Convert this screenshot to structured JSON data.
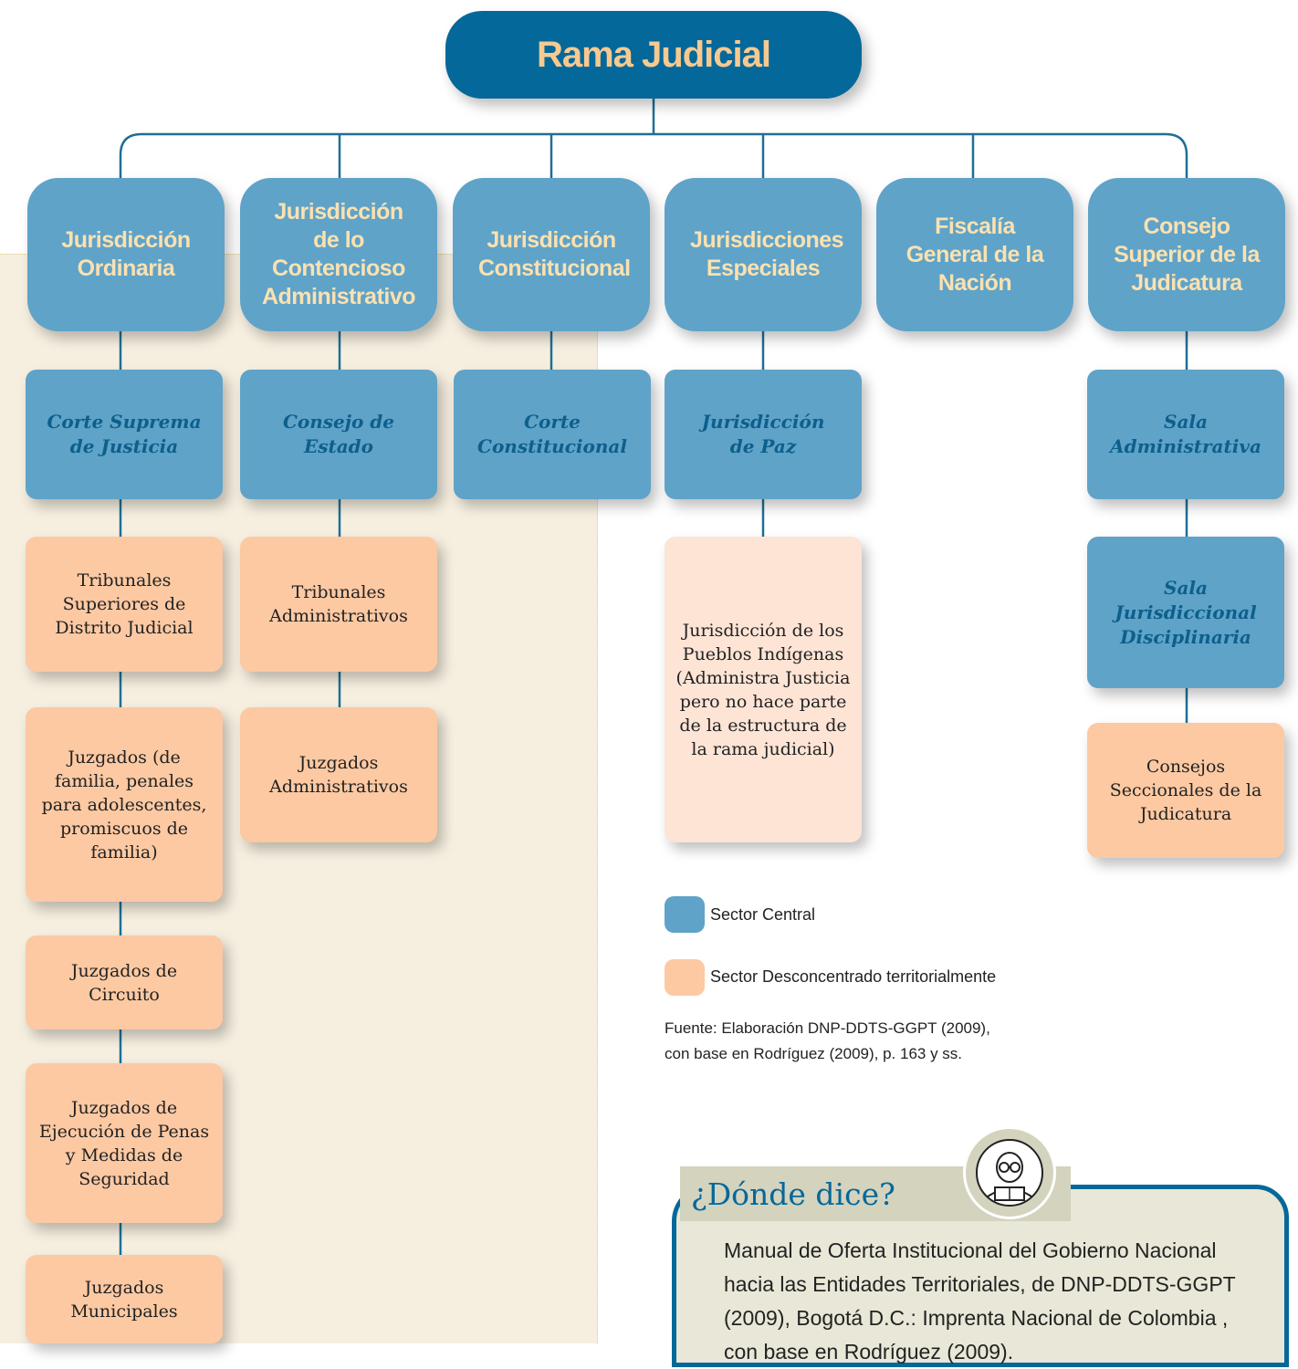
{
  "root": {
    "label": "Rama Judicial"
  },
  "jurisdictions": [
    "Jurisdicción Ordinaria",
    "Jurisdicción de lo Contencioso Administrativo",
    "Jurisdicción Constitucional",
    "Jurisdicciones Especiales",
    "Fiscalía General de la Nación",
    "Consejo Superior de la Judicatura"
  ],
  "central_bodies": {
    "corte_suprema": "Corte Suprema de Justicia",
    "consejo_estado": "Consejo de Estado",
    "corte_constitucional": "Corte Constitucional",
    "jurisdiccion_paz": "Jurisdicción de Paz",
    "sala_administrativa": "Sala Administrativa",
    "sala_disciplinaria": "Sala Jurisdiccional Disciplinaria"
  },
  "ordinaria_children": [
    "Tribunales Superiores de Distrito Judicial",
    "Juzgados (de familia, penales para adolescentes, promiscuos de familia)",
    "Juzgados de Circuito",
    "Juzgados de Ejecución de Penas y Medidas de Seguridad",
    "Juzgados Municipales"
  ],
  "contencioso_children": [
    "Tribunales Administrativos",
    "Juzgados Administrativos"
  ],
  "pueblos_indigenas": "Jurisdicción de los Pueblos Indígenas (Administra Justicia pero no hace parte de la estructura de la rama judicial)",
  "consejos_seccionales": "Consejos Seccionales de la Judicatura",
  "legend": {
    "central": "Sector Central",
    "desconcentrado": "Sector Desconcentrado territorialmente",
    "central_color": "#5fa3c8",
    "desconcentrado_color": "#fcc9a3"
  },
  "source": {
    "line1": "Fuente: Elaboración DNP-DDTS-GGPT (2009),",
    "line2": "con base en Rodríguez (2009), p. 163 y ss."
  },
  "donde_dice": {
    "title": "¿Dónde dice?",
    "text": "Manual de Oferta Institucional del Gobierno Nacional hacia las Entidades Territoriales, de DNP-DDTS-GGPT (2009), Bogotá D.C.: Imprenta Nacional de Colombia , con base en Rodríguez (2009)."
  }
}
